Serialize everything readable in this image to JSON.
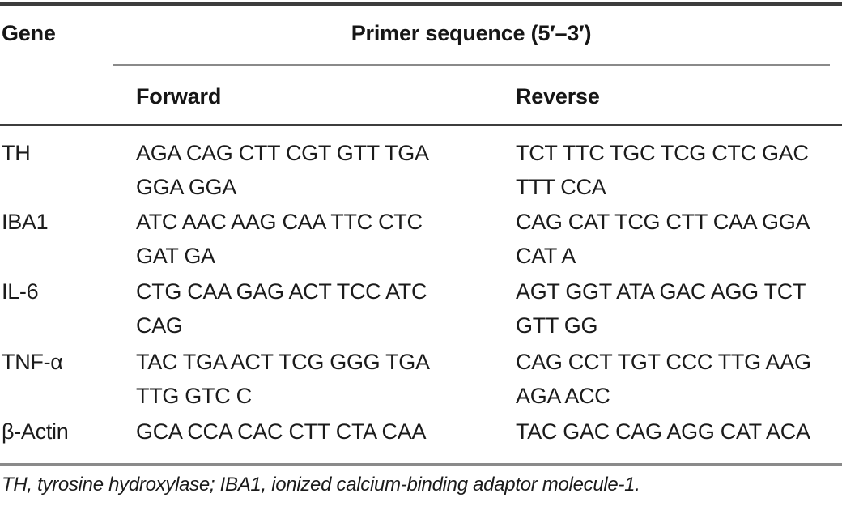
{
  "table": {
    "header": {
      "gene_label": "Gene",
      "primer_label": "Primer sequence (5′–3′)",
      "forward_label": "Forward",
      "reverse_label": "Reverse"
    },
    "rows": [
      {
        "gene": "TH",
        "forward": "AGA CAG CTT CGT GTT TGA\nGGA GGA",
        "reverse": "TCT TTC TGC TCG CTC GAC\nTTT CCA"
      },
      {
        "gene": "IBA1",
        "forward": "ATC AAC AAG CAA TTC CTC\nGAT GA",
        "reverse": "CAG CAT TCG CTT CAA GGA\nCAT A"
      },
      {
        "gene": "IL-6",
        "forward": "CTG CAA GAG ACT TCC ATC\nCAG",
        "reverse": "AGT GGT ATA GAC AGG TCT\nGTT GG"
      },
      {
        "gene": "TNF-α",
        "forward": "TAC TGA ACT TCG GGG TGA\nTTG GTC C",
        "reverse": "CAG CCT TGT CCC TTG AAG\nAGA ACC"
      },
      {
        "gene": "β-Actin",
        "forward": "GCA CCA CAC CTT CTA CAA",
        "reverse": "TAC GAC CAG AGG CAT ACA"
      }
    ],
    "footnote": "TH, tyrosine hydroxylase; IBA1, ionized calcium-binding adaptor molecule-1."
  },
  "style": {
    "rule_dark": "#3d3d3d",
    "rule_light": "#8a8a8a",
    "text_color": "#1b1b1b",
    "background": "#ffffff"
  }
}
